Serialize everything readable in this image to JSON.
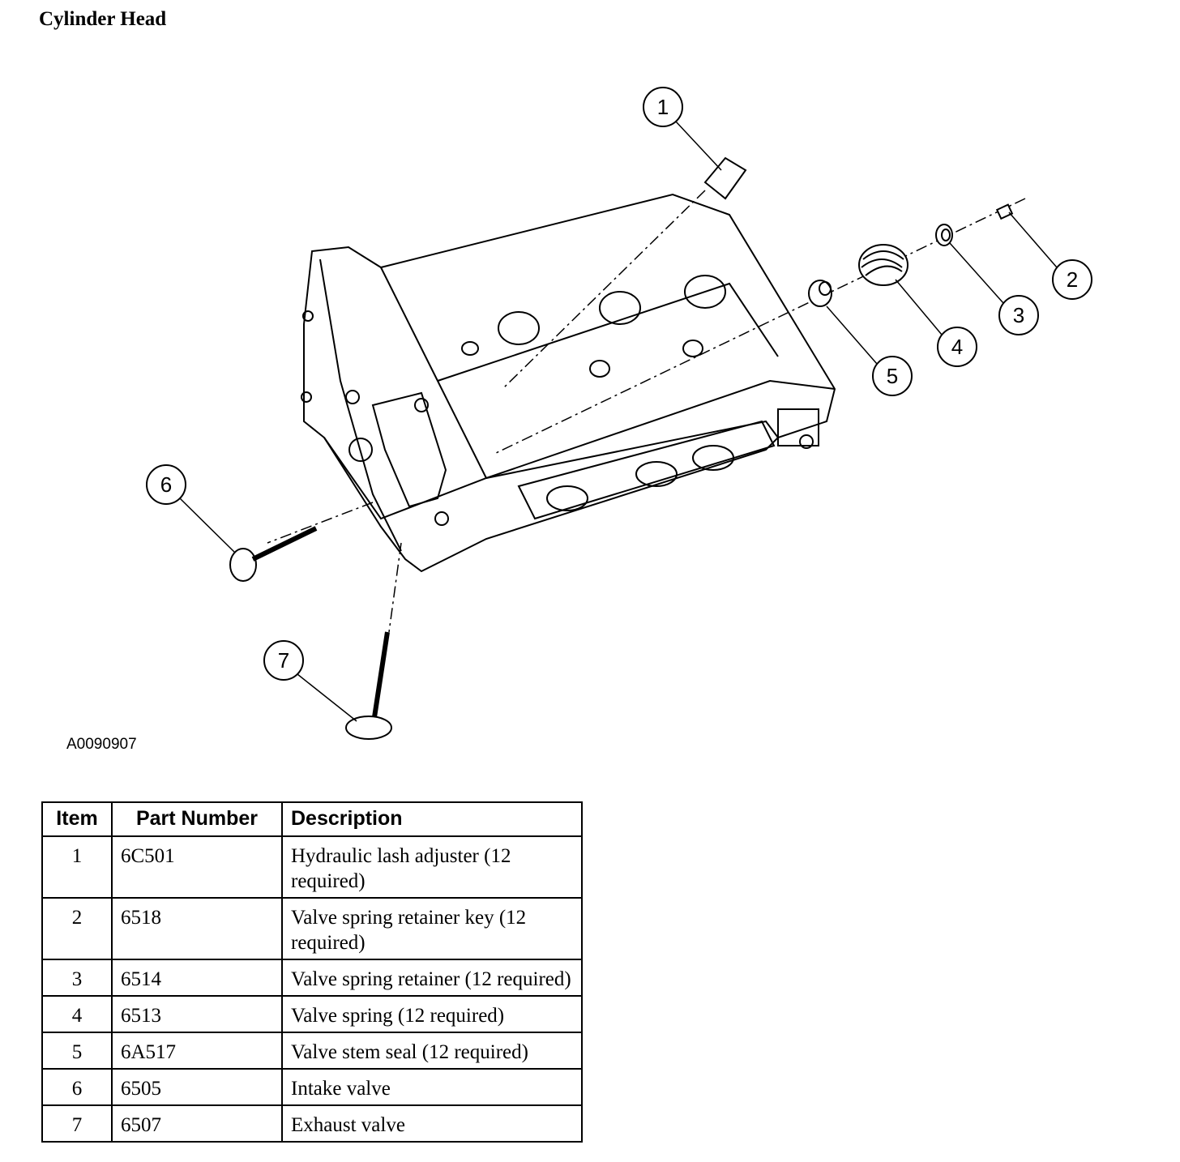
{
  "title": "Cylinder Head",
  "figure_code": "A0090907",
  "callouts": [
    "1",
    "2",
    "3",
    "4",
    "5",
    "6",
    "7"
  ],
  "table": {
    "headers": [
      "Item",
      "Part Number",
      "Description"
    ],
    "rows": [
      {
        "item": "1",
        "part": "6C501",
        "desc": "Hydraulic lash adjuster (12 required)"
      },
      {
        "item": "2",
        "part": "6518",
        "desc": "Valve spring retainer key (12 required)"
      },
      {
        "item": "3",
        "part": "6514",
        "desc": "Valve spring retainer (12 required)"
      },
      {
        "item": "4",
        "part": "6513",
        "desc": "Valve spring (12 required)"
      },
      {
        "item": "5",
        "part": "6A517",
        "desc": "Valve stem seal (12 required)"
      },
      {
        "item": "6",
        "part": "6505",
        "desc": "Intake valve"
      },
      {
        "item": "7",
        "part": "6507",
        "desc": "Exhaust valve"
      }
    ]
  }
}
